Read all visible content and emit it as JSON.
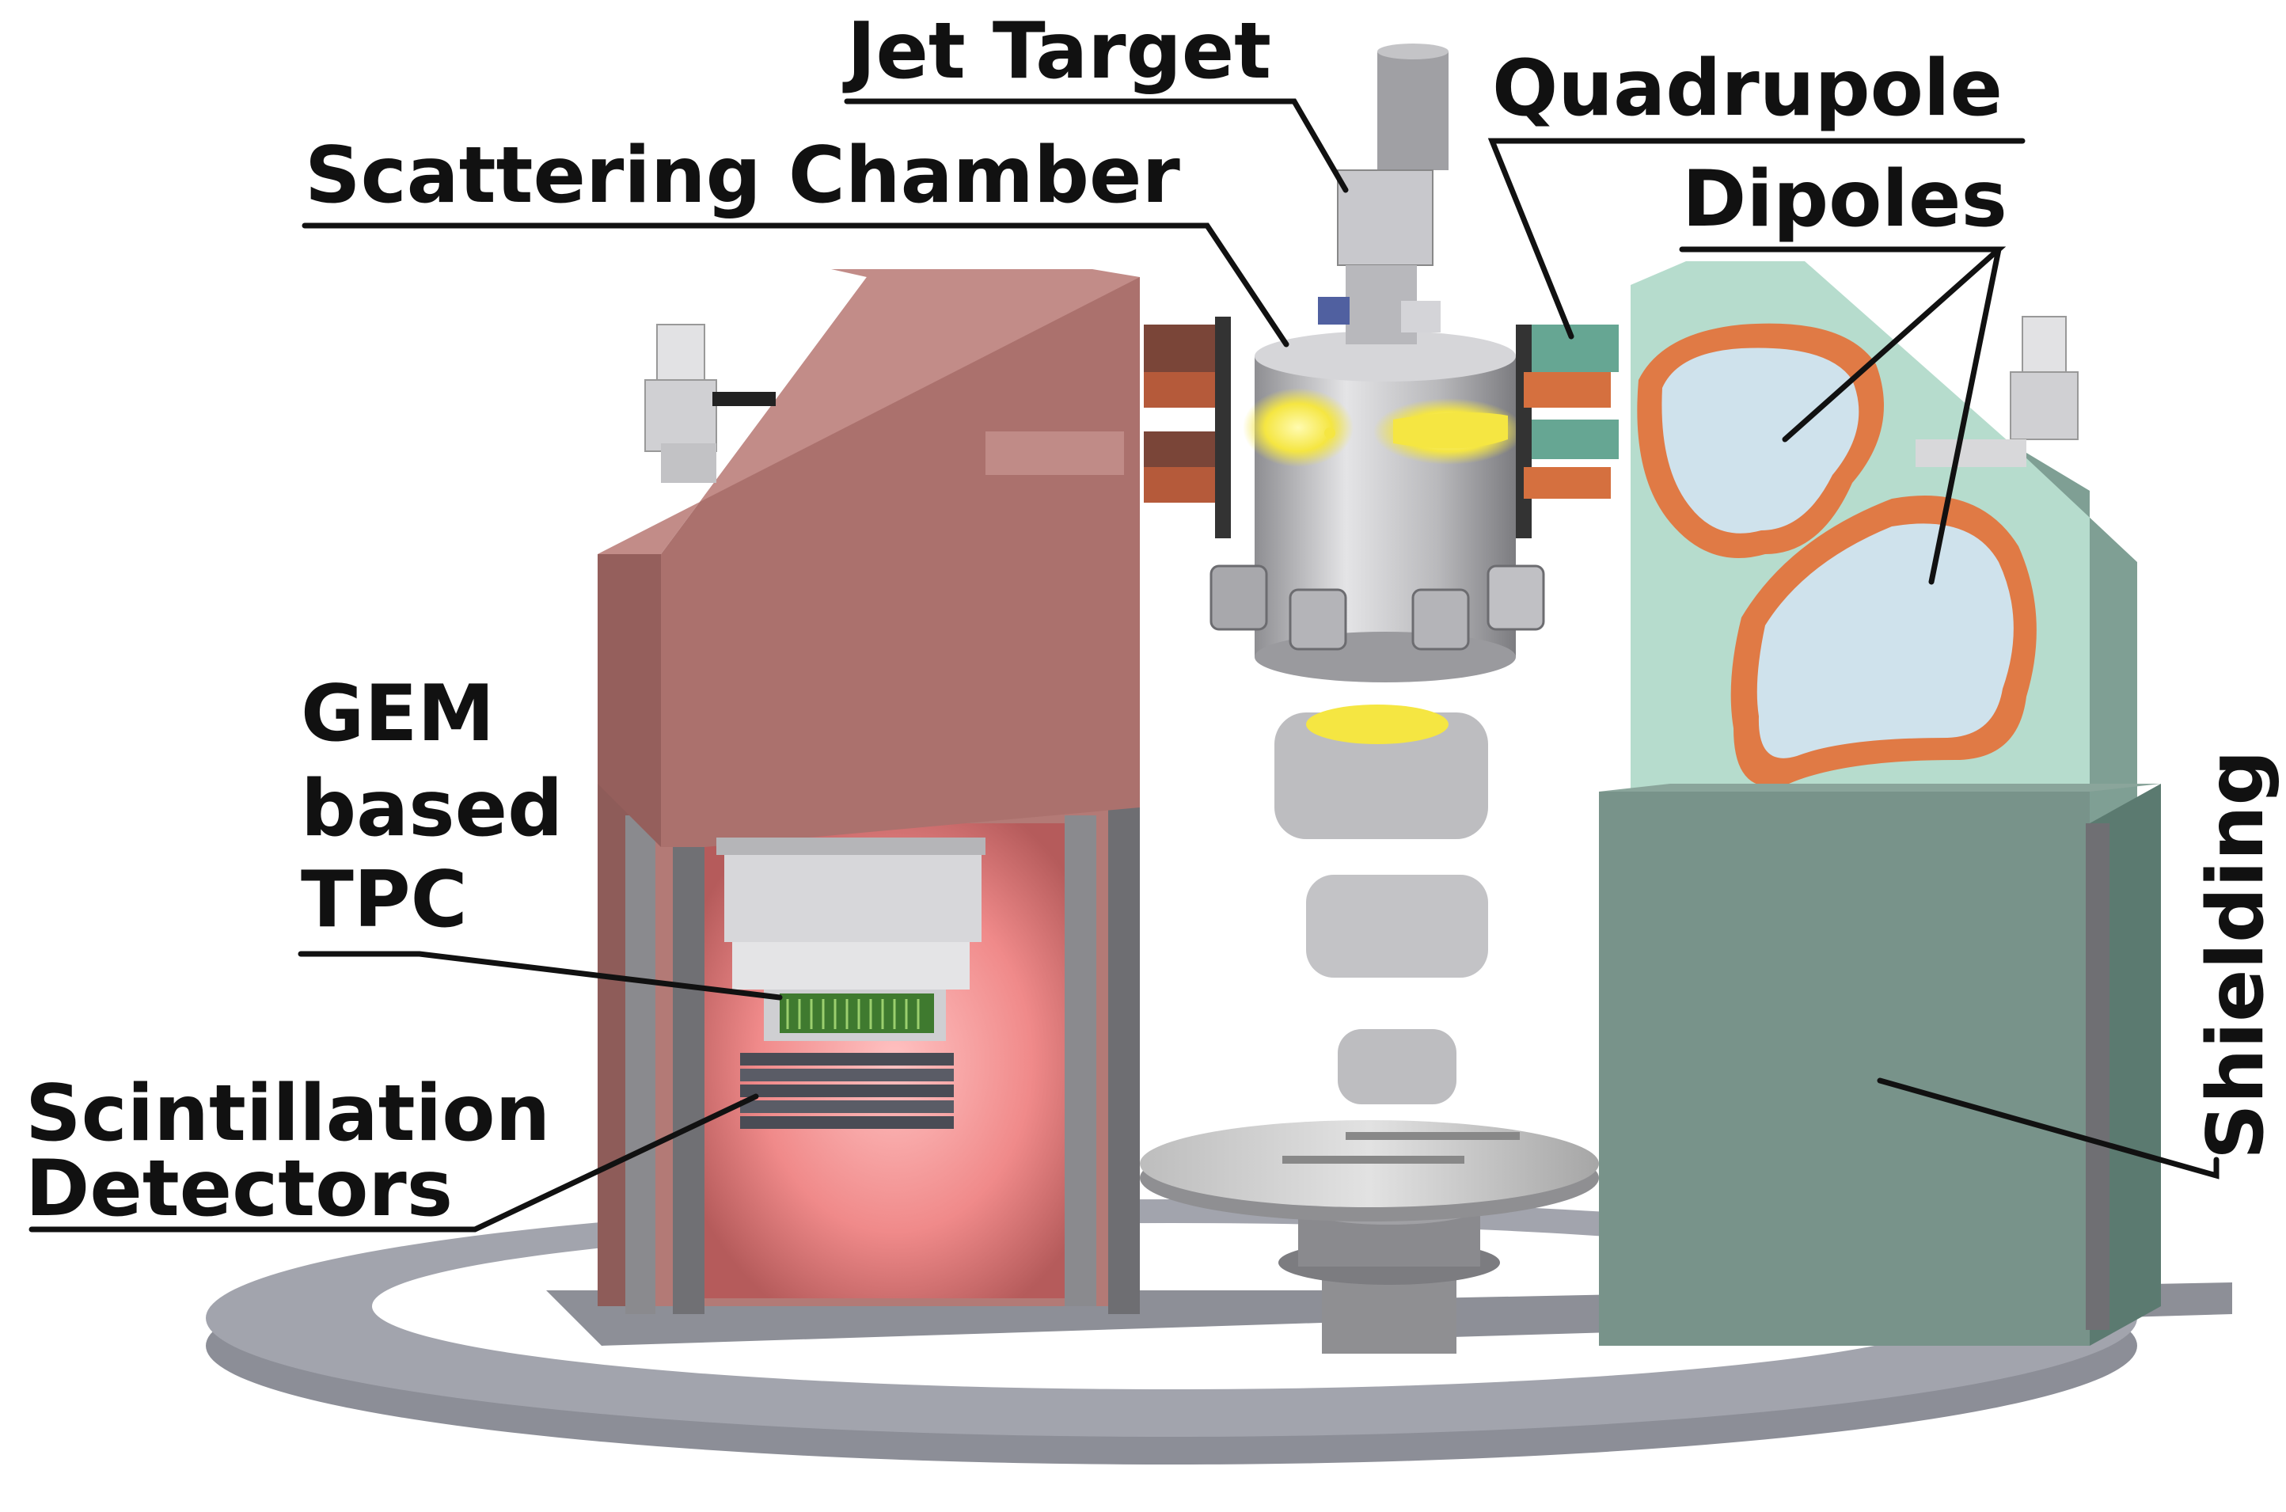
{
  "labels": {
    "jet_target": "Jet Target",
    "scattering_chamber": "Scattering Chamber",
    "quadrupole": "Quadrupole",
    "dipoles": "Dipoles",
    "gem_line1": "GEM",
    "gem_line2": "based",
    "gem_line3": "TPC",
    "scint_line1": "Scintillation",
    "scint_line2": "Detectors",
    "shielding": "Shielding"
  },
  "colors": {
    "left_shielding": "#a8706c",
    "right_shielding": "#78938a",
    "dipole_housing": "#b6dccd",
    "coil_copper": "#e07a45",
    "vacuum_chamber": "#c8c8ca",
    "glow_yellow": "#f5e642",
    "tpc_glow": "#f48888",
    "base_ring": "#9ea0a8"
  }
}
